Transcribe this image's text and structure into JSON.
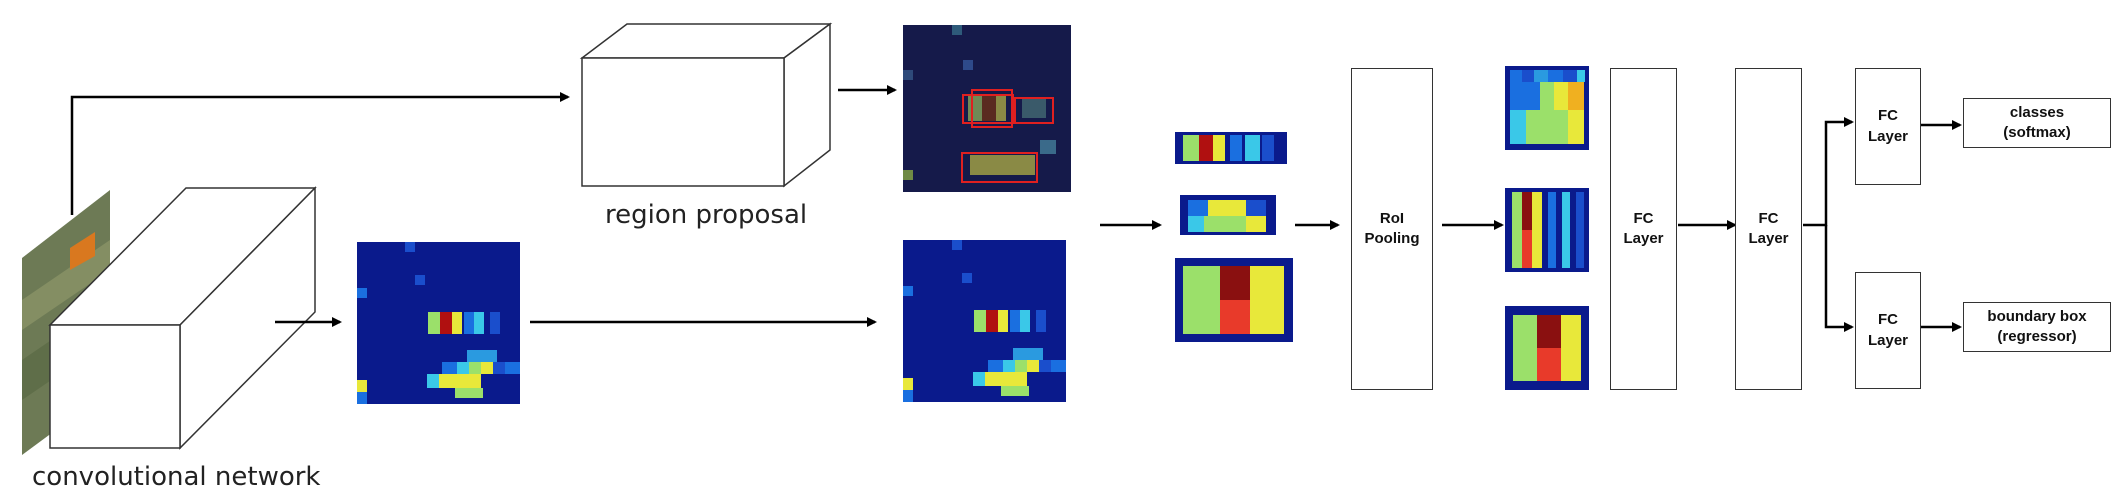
{
  "labels": {
    "conv_network": "convolutional network",
    "region_proposal": "region proposal"
  },
  "boxes": {
    "roi_pooling": "RoI\nPooling",
    "fc_layer_1": "FC\nLayer",
    "fc_layer_2": "FC\nLayer",
    "fc_layer_top": "FC\nLayer",
    "fc_layer_bottom": "FC\nLayer",
    "classes": "classes\n(softmax)",
    "bbox": "boundary box\n(regressor)"
  },
  "colors": {
    "heatmap_background": "#0a1a8c",
    "proposal_background": "#151a4a",
    "proposal_box": "#e02020",
    "line": "#000000"
  }
}
